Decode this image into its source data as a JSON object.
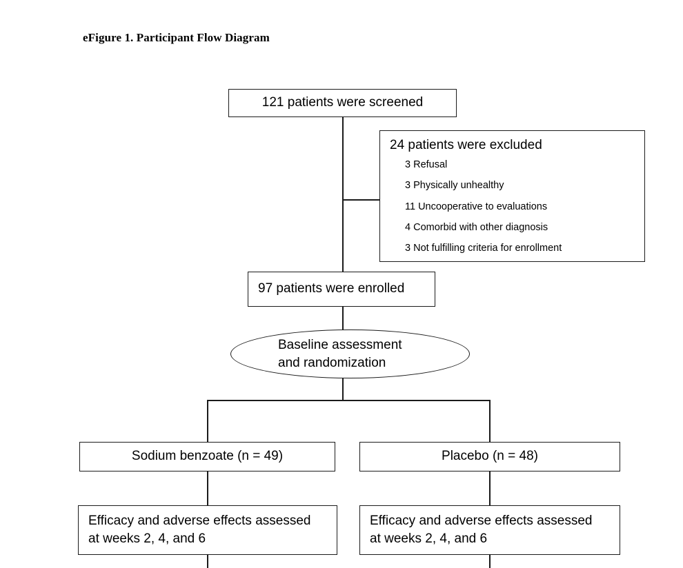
{
  "figure": {
    "title": "eFigure 1. Participant Flow Diagram"
  },
  "flow": {
    "screened": {
      "label": "121 patients were screened",
      "count": 121
    },
    "excluded": {
      "header": "24 patients were excluded",
      "count": 24,
      "reasons": [
        {
          "n": 3,
          "text": "3 Refusal"
        },
        {
          "n": 3,
          "text": "3 Physically unhealthy"
        },
        {
          "n": 11,
          "text": "11 Uncooperative to evaluations"
        },
        {
          "n": 4,
          "text": "4 Comorbid with other diagnosis"
        },
        {
          "n": 3,
          "text": "3 Not fulfilling criteria for enrollment"
        }
      ]
    },
    "enrolled": {
      "label": "97 patients were enrolled",
      "count": 97
    },
    "randomization": {
      "line1": "Baseline assessment",
      "line2": "and randomization"
    },
    "arms": [
      {
        "label": "Sodium benzoate (n = 49)",
        "n": 49,
        "assessment_line1": "Efficacy and adverse effects assessed",
        "assessment_line2": "at weeks 2, 4, and 6"
      },
      {
        "label": "Placebo (n = 48)",
        "n": 48,
        "assessment_line1": "Efficacy and adverse effects assessed",
        "assessment_line2": "at weeks 2, 4, and 6"
      }
    ]
  },
  "style": {
    "line_color": "#1a1a1a",
    "background": "#ffffff",
    "text_color": "#000000"
  }
}
